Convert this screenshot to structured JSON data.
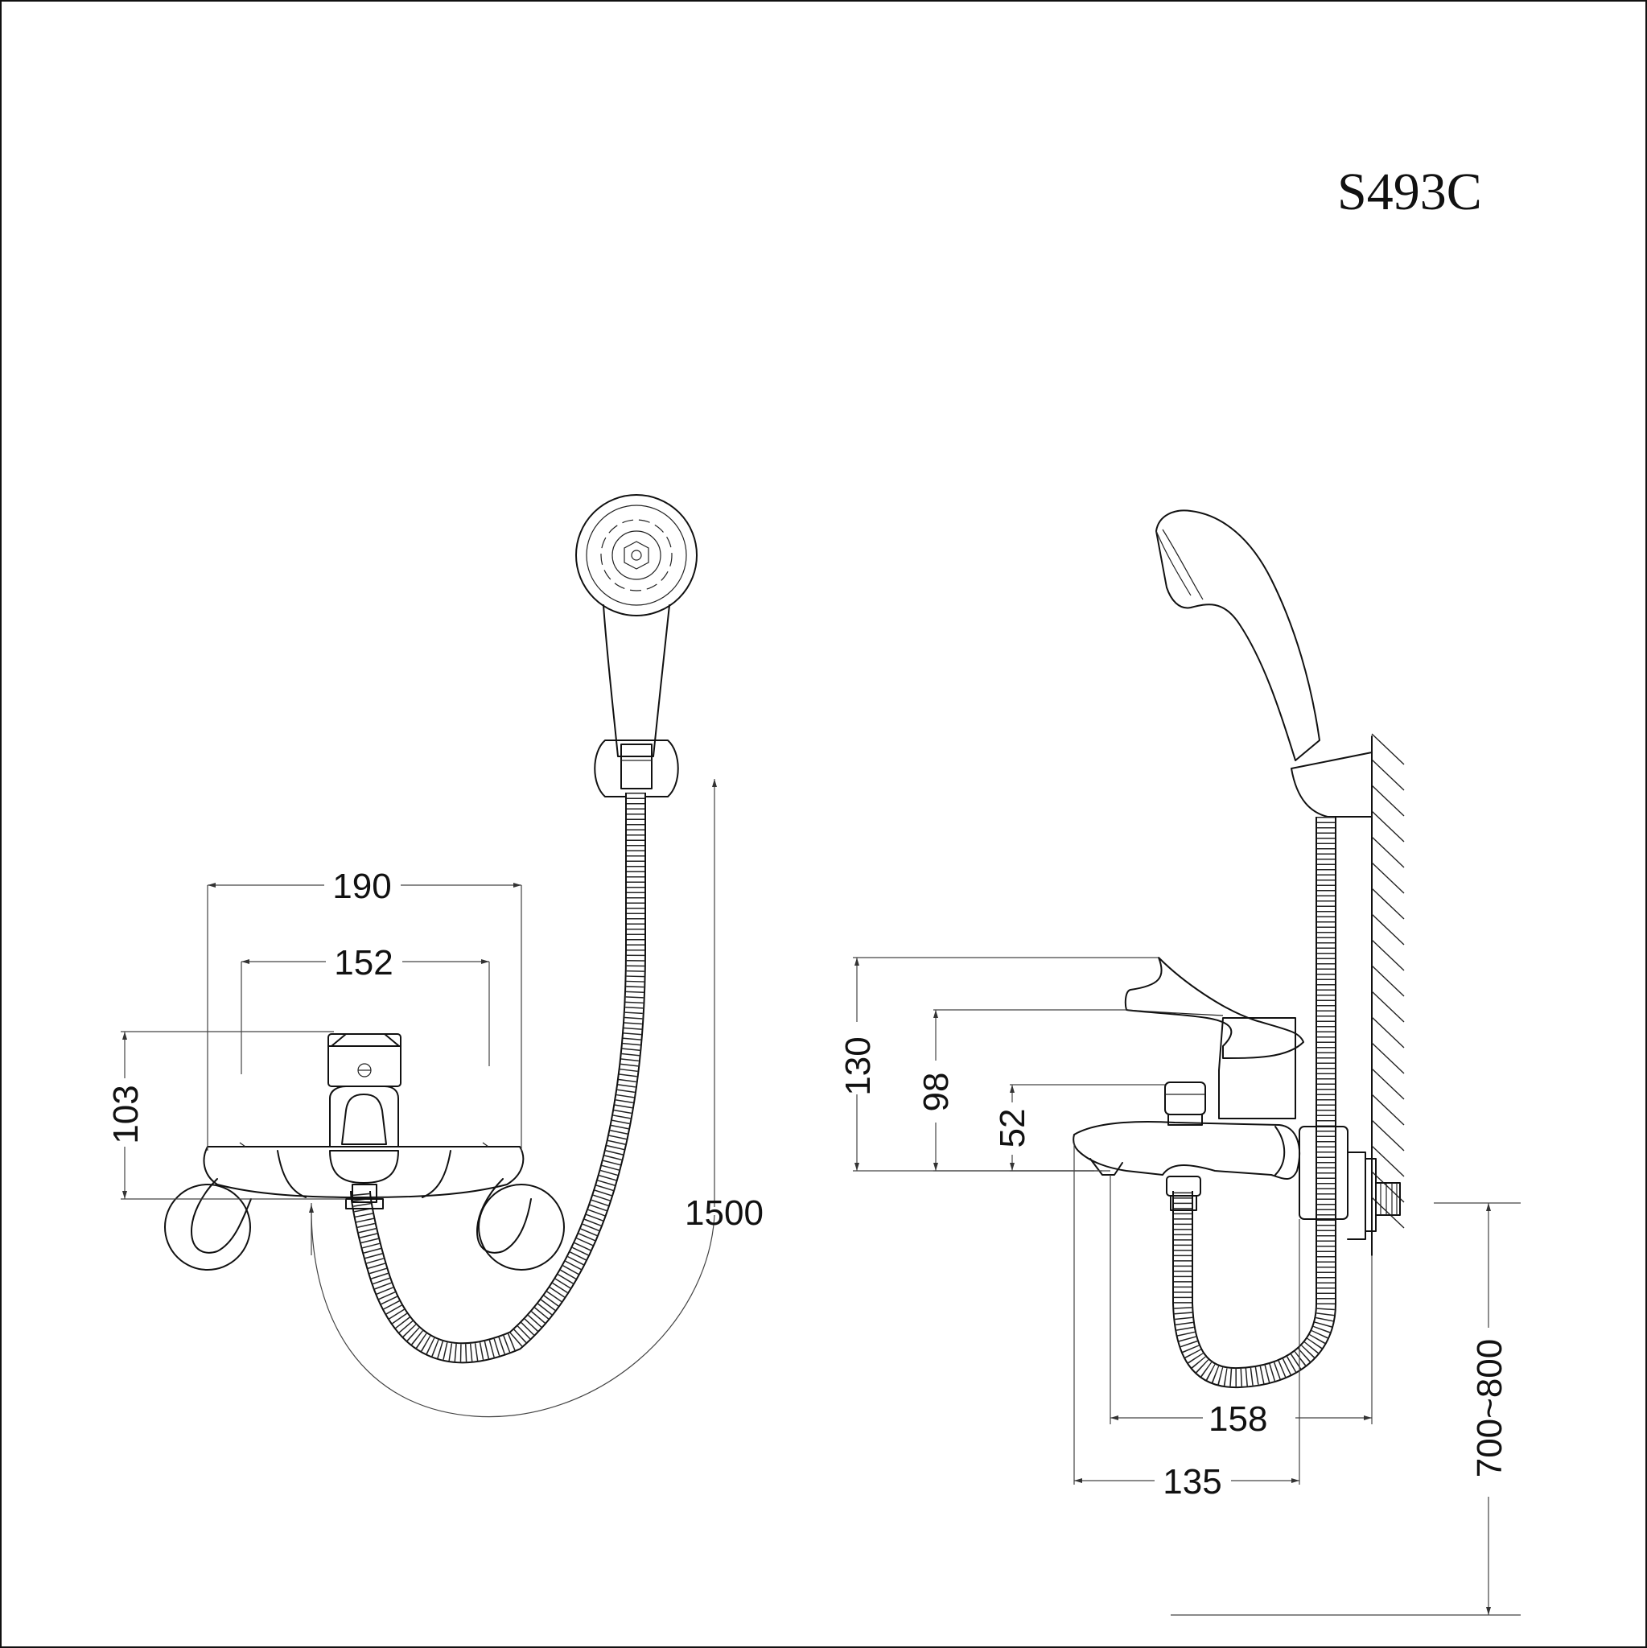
{
  "model_code": "S493C",
  "front_view": {
    "dimensions": {
      "width_overall": "190",
      "inlet_spacing": "152",
      "height": "103",
      "hose_length": "1500"
    }
  },
  "side_view": {
    "dimensions": {
      "handle_height": "130",
      "lever_height": "98",
      "diverter_height": "52",
      "spout_to_wall": "158",
      "body_depth": "135",
      "install_height": "700~800"
    }
  },
  "colors": {
    "line": "#111111",
    "background": "#ffffff"
  }
}
